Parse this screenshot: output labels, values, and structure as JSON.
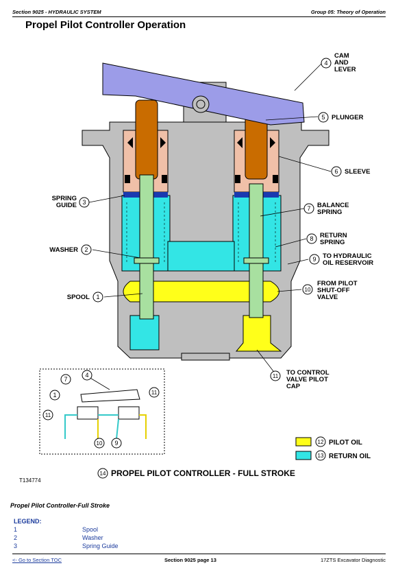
{
  "header": {
    "left": "Section 9025 - HYDRAULIC SYSTEM",
    "right": "Group 05: Theory of Operation"
  },
  "title": "Propel Pilot Controller Operation",
  "callouts": [
    {
      "num": "4",
      "label": "CAM\nAND\nLEVER"
    },
    {
      "num": "5",
      "label": "PLUNGER"
    },
    {
      "num": "6",
      "label": "SLEEVE"
    },
    {
      "num": "3",
      "label": "SPRING\nGUIDE"
    },
    {
      "num": "7",
      "label": "BALANCE\nSPRING"
    },
    {
      "num": "8",
      "label": "RETURN\nSPRING"
    },
    {
      "num": "2",
      "label": "WASHER"
    },
    {
      "num": "9",
      "label": "TO HYDRAULIC\nOIL RESERVOIR"
    },
    {
      "num": "1",
      "label": "SPOOL"
    },
    {
      "num": "10",
      "label": "FROM PILOT\nSHUT-OFF\nVALVE"
    },
    {
      "num": "11",
      "label": "TO CONTROL\nVALVE PILOT\nCAP"
    }
  ],
  "key": [
    {
      "num": "12",
      "label": "PILOT OIL",
      "color": "#ffff1a"
    },
    {
      "num": "13",
      "label": "RETURN OIL",
      "color": "#33e5e5"
    }
  ],
  "figure_ref": "T134774",
  "figure_title_num": "14",
  "figure_title": "PROPEL PILOT CONTROLLER - FULL STROKE",
  "caption": "Propel Pilot Controller-Full Stroke",
  "legend": {
    "heading": "LEGEND:",
    "items": [
      {
        "num": "1",
        "label": "Spool"
      },
      {
        "num": "2",
        "label": "Washer"
      },
      {
        "num": "3",
        "label": "Spring Guide"
      }
    ]
  },
  "footer": {
    "left": "<- Go to Section TOC",
    "center": "Section 9025 page 13",
    "right": "17ZTS Excavator Diagnostic"
  },
  "colors": {
    "pilot": "#ffff1a",
    "return": "#33e5e5",
    "body": "#bfbfbf",
    "cam": "#9c9ce8",
    "plunger": "#c96c00",
    "sleeve": "#f0c0a8",
    "spool": "#a8e0a0"
  }
}
